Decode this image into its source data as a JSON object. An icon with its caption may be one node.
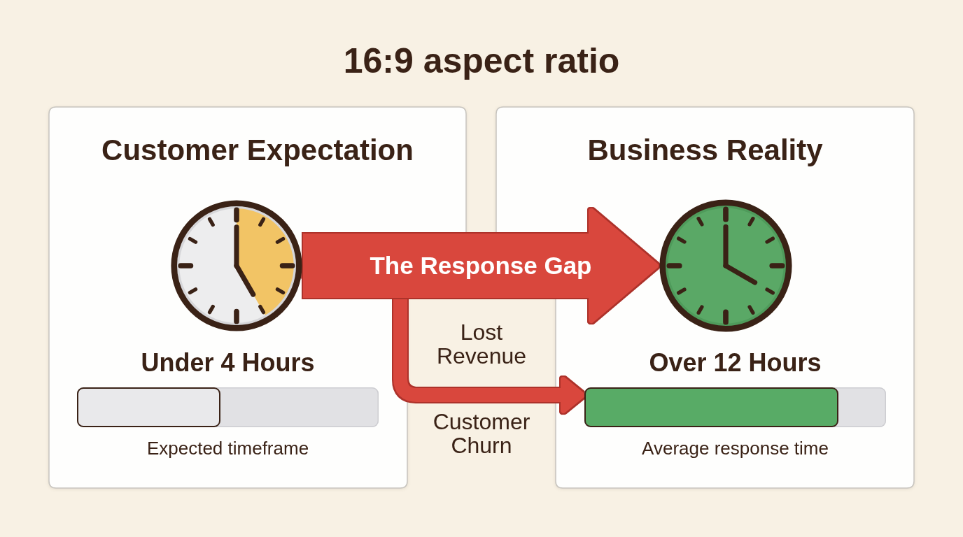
{
  "diagram": {
    "title": "16:9 aspect ratio",
    "nodes": [
      {
        "text": [
          "Customer Expectation"
        ]
      },
      {
        "text": [],
        "shape": "picture",
        "in": 0
      },
      {
        "text": [
          "Under 4 Hours"
        ],
        "beside": [
          "Expected timeframe"
        ],
        "in": 0
      },
      {
        "text": [
          "Business Reality"
        ]
      },
      {
        "text": [],
        "shape": "picture",
        "in": 3
      },
      {
        "text": [
          "Over 12 Hours"
        ],
        "beside": [
          "Average response time"
        ],
        "in": 3
      }
    ],
    "edges": [
      {
        "from": 1,
        "to": 4,
        "arrow": "to",
        "label": "The Response Gap",
        "style": "thick"
      },
      {
        "from": 1,
        "to": 5,
        "arrow": "to"
      }
    ],
    "labels": [
      "Lost Revenue",
      "Customer Churn"
    ]
  }
}
